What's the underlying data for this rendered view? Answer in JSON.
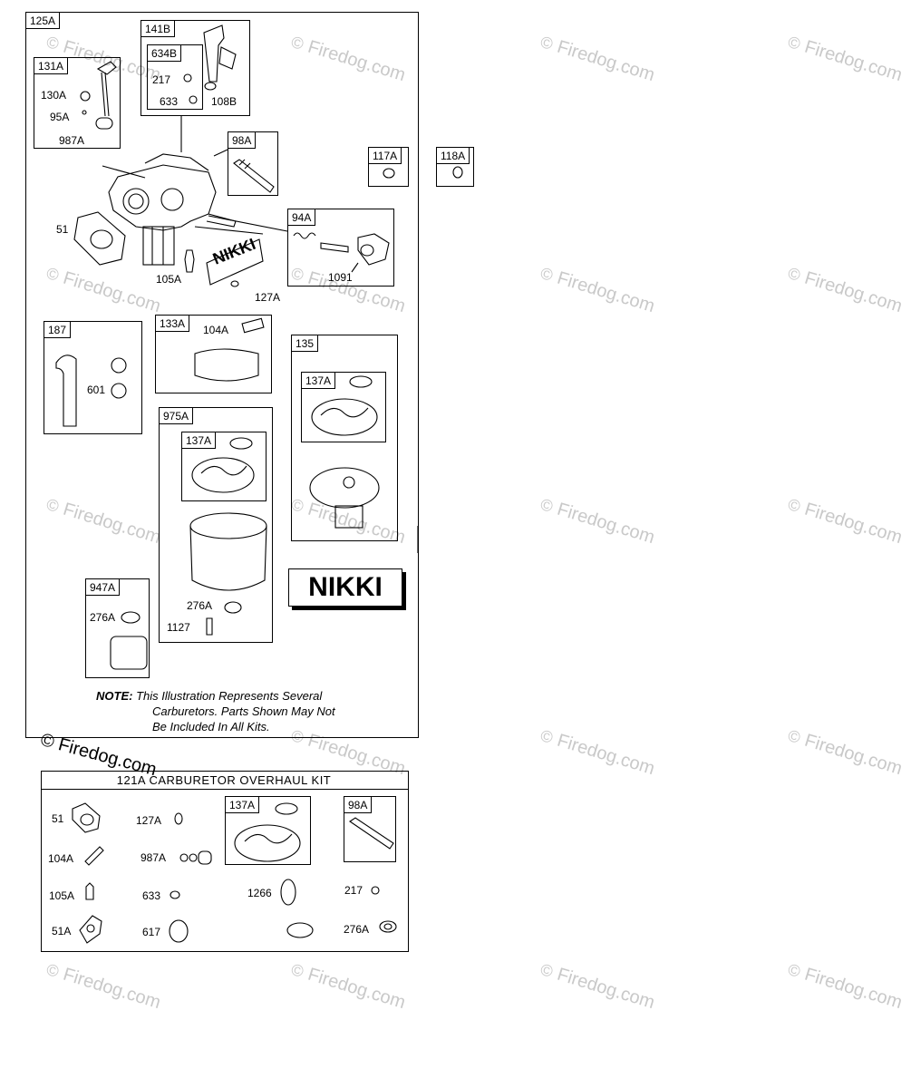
{
  "watermark": "Firedog.com",
  "copyright_symbol": "©",
  "main_box": {
    "tag": "125A"
  },
  "groups": {
    "g141B": {
      "tag": "141B"
    },
    "g634B": {
      "tag": "634B"
    },
    "g131A": {
      "tag": "131A"
    },
    "g98A": {
      "tag": "98A"
    },
    "g117A": {
      "tag": "117A"
    },
    "g118A": {
      "tag": "118A"
    },
    "g94A": {
      "tag": "94A"
    },
    "g187": {
      "tag": "187"
    },
    "g133A": {
      "tag": "133A"
    },
    "g135": {
      "tag": "135"
    },
    "g137A_in135": {
      "tag": "137A"
    },
    "g975A": {
      "tag": "975A"
    },
    "g137A_in975A": {
      "tag": "137A"
    },
    "g947A": {
      "tag": "947A"
    }
  },
  "labels": {
    "l217": "217",
    "l633": "633",
    "l108B": "108B",
    "l130A": "130A",
    "l95A": "95A",
    "l987A": "987A",
    "l51": "51",
    "l105A": "105A",
    "l127A": "127A",
    "l1091": "1091",
    "l601": "601",
    "l104A": "104A",
    "l276A_975": "276A",
    "l1127": "1127",
    "l276A_947": "276A",
    "nikki_small": "NIKKI",
    "nikki_big": "NIKKI"
  },
  "note": {
    "prefix": "NOTE:",
    "line1": "This Illustration Represents Several",
    "line2": "Carburetors. Parts Shown May Not",
    "line3": "Be Included In All Kits."
  },
  "kit": {
    "title": "121A CARBURETOR OVERHAUL KIT",
    "sub_137A": "137A",
    "sub_98A": "98A",
    "items": {
      "k51": "51",
      "k104A": "104A",
      "k105A": "105A",
      "k51A": "51A",
      "k127A": "127A",
      "k987A": "987A",
      "k633": "633",
      "k617": "617",
      "k1266": "1266",
      "k217": "217",
      "k276A": "276A"
    }
  }
}
